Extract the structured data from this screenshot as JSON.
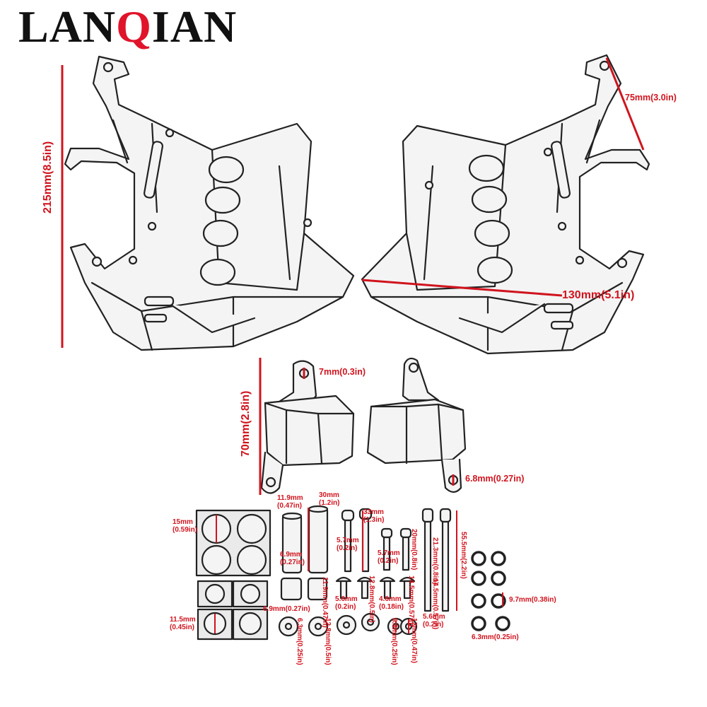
{
  "brand": {
    "text_pre": "LAN",
    "text_q": "Q",
    "text_post": "IAN",
    "accent_color": "#e0142b"
  },
  "colors": {
    "measure": "#d0141e",
    "line": "#222222",
    "fill": "#f2f2f2"
  },
  "dimensions": {
    "height_main": "215mm(8.5in)",
    "arm": "75mm(3.0in)",
    "width_main": "130mm(5.1in)",
    "height_small": "70mm(2.8in)",
    "hole_top": "7mm(0.3in)",
    "hole_bottom": "6.8mm(0.27in)"
  },
  "hardware": {
    "pad_large_mm": "15mm",
    "pad_large_in": "(0.59in)",
    "pad_small_mm": "11.5mm",
    "pad_small_in": "(0.45in)",
    "spacer_a_mm": "11.9mm",
    "spacer_a_in": "(0.47in)",
    "spacer_b_mm": "30mm",
    "spacer_b_in": "(1.2in)",
    "spacer_c_mm": "6.9mm",
    "spacer_c_in": "(0.27in)",
    "spacer_d": "6.9mm(0.27in)",
    "spacer_e": "11.9mm(0.47in)",
    "bolt_a_mm": "33mm",
    "bolt_a_in": "(1.3in)",
    "bolt_b_mm": "5.7mm",
    "bolt_b_in": "(0.2in)",
    "bolt_c_mm": "5.7mm",
    "bolt_c_in": "(0.2in)",
    "bolt_d": "20mm(0.8in)",
    "bolt_e_mm": "5.6mm",
    "bolt_e_in": "(0.2in)",
    "bolt_f": "12.8mm(0.5in)",
    "bolt_g_mm": "4.6mm",
    "bolt_g_in": "(0.18in)",
    "bolt_h": "14.5mm(0.57in)",
    "long_a": "21.3mm(0.8in)",
    "long_b": "14.5mm(0.57in)",
    "long_c": "55.5mm(2.2in)",
    "long_d_mm": "5.6mm",
    "long_d_in": "(0.2in)",
    "washer_a": "6.3mm(0.25in)",
    "washer_b": "12.8mm(0.5in)",
    "washer_c": "6.3mm(0.25in)",
    "washer_d": "12mm(0.47in)",
    "ring_a": "9.7mm(0.38in)",
    "ring_b": "6.3mm(0.25in)"
  }
}
